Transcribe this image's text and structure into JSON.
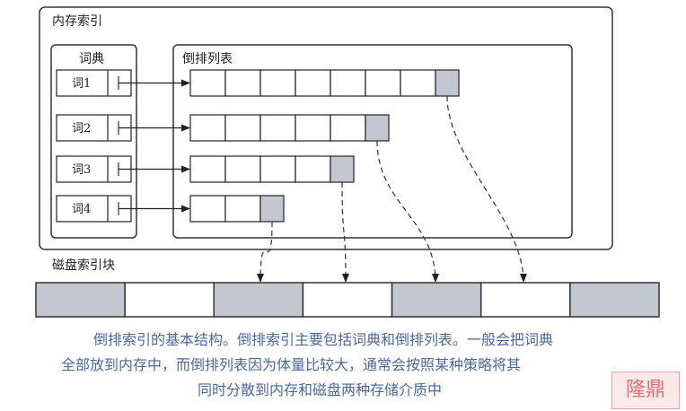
{
  "memory_index": {
    "title": "内存索引"
  },
  "dictionary": {
    "title": "词典",
    "words": [
      "词1",
      "词2",
      "词3",
      "词4"
    ]
  },
  "posting_lists": {
    "title": "倒排列表",
    "lists": [
      {
        "memory_cells": 7,
        "disk_cells": 1
      },
      {
        "memory_cells": 5,
        "disk_cells": 1
      },
      {
        "memory_cells": 4,
        "disk_cells": 1
      },
      {
        "memory_cells": 2,
        "disk_cells": 1
      }
    ]
  },
  "disk_index": {
    "title": "磁盘索引块",
    "blocks": [
      "grey",
      "white",
      "grey",
      "white",
      "grey",
      "white",
      "grey"
    ]
  },
  "caption": {
    "line1": "倒排索引的基本结构。倒排索引主要包括词典和倒排列表。一般会把词典",
    "line2": "全部放到内存中，而倒排列表因为体量比较大，通常会按照某种策略将其",
    "line3": "同时分散到内存和磁盘两种存储介质中"
  },
  "watermark": "隆鼎",
  "colors": {
    "grey_cell": "#c3c8d0",
    "caption": "#4a6a9a",
    "line": "#333333"
  }
}
